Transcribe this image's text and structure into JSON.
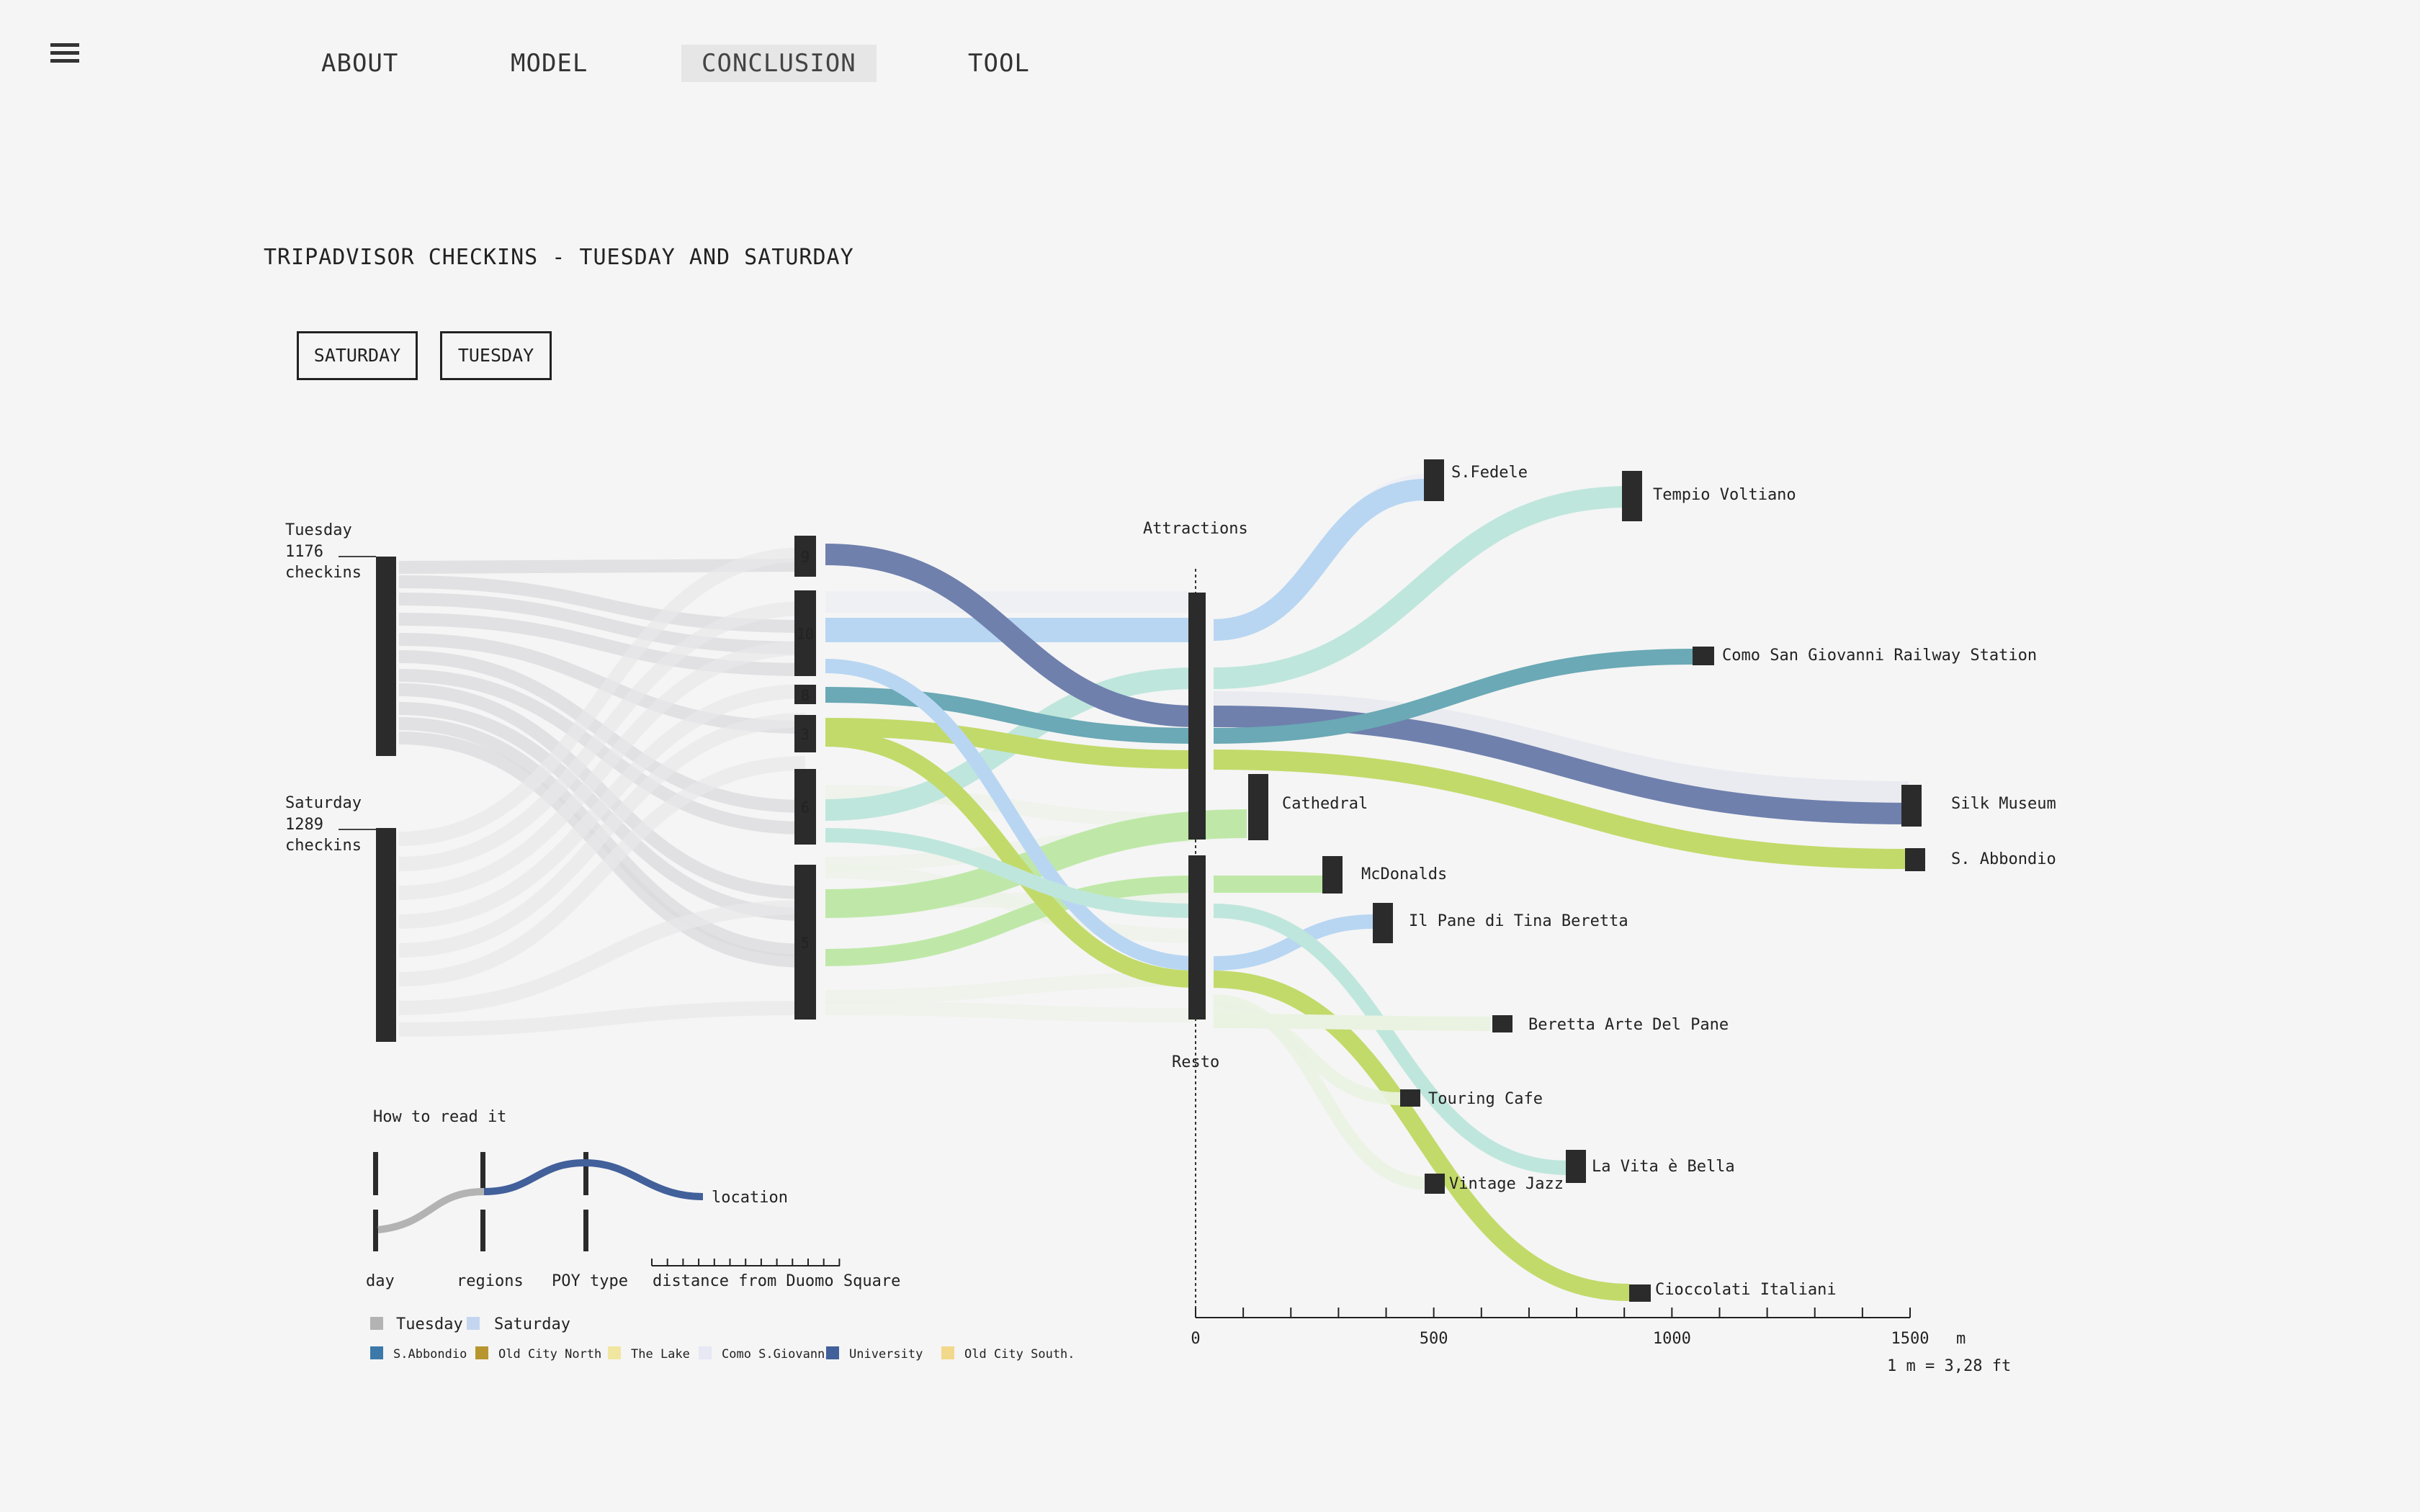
{
  "nav": {
    "items": [
      "ABOUT",
      "MODEL",
      "CONCLUSION",
      "TOOL"
    ],
    "active": "CONCLUSION"
  },
  "buttons": {
    "saturday": "SATURDAY",
    "tuesday": "TUESDAY"
  },
  "chart_data": {
    "type": "sankey",
    "title": "TRIPADVISOR CHECKINS - TUESDAY AND SATURDAY",
    "days": [
      {
        "name": "Tuesday",
        "checkins": 1176,
        "unit": "checkins",
        "label_count": "1176"
      },
      {
        "name": "Saturday",
        "checkins": 1289,
        "unit": "checkins",
        "label_count": "1289"
      }
    ],
    "regions": [
      "9",
      "10",
      "8",
      "3",
      "6",
      "5"
    ],
    "poi_types": [
      "Attractions",
      "Resto"
    ],
    "locations": [
      {
        "name": "S.Fedele",
        "type": "Attractions",
        "distance_m": 510,
        "color": "#b8d6f2"
      },
      {
        "name": "Tempio Voltiano",
        "type": "Attractions",
        "distance_m": 920,
        "color": "#bfe6dc"
      },
      {
        "name": "Como San Giovanni Railway Station",
        "type": "Attractions",
        "distance_m": 1070,
        "color": "#6aa9b5"
      },
      {
        "name": "Silk Museum",
        "type": "Attractions",
        "distance_m": 1500,
        "color": "#6f80ad"
      },
      {
        "name": "S. Abbondio",
        "type": "Attractions",
        "distance_m": 1510,
        "color": "#c2da6a"
      },
      {
        "name": "Cathedral",
        "type": "Attractions",
        "distance_m": 130,
        "color": "#bfe8a8"
      },
      {
        "name": "McDonalds",
        "type": "Resto",
        "distance_m": 290,
        "color": "#bfe8a8"
      },
      {
        "name": "Il Pane di Tina Beretta",
        "type": "Resto",
        "distance_m": 390,
        "color": "#b8d6f2"
      },
      {
        "name": "Beretta Arte Del Pane",
        "type": "Resto",
        "distance_m": 650,
        "color": "#eaf3e2"
      },
      {
        "name": "Touring Cafe",
        "type": "Resto",
        "distance_m": 450,
        "color": "#eaf3e2"
      },
      {
        "name": "La Vita è Bella",
        "type": "Resto",
        "distance_m": 800,
        "color": "#bfe6dc"
      },
      {
        "name": "Vintage Jazz",
        "type": "Resto",
        "distance_m": 500,
        "color": "#eaf3e2"
      },
      {
        "name": "Cioccolati Italiani",
        "type": "Resto",
        "distance_m": 930,
        "color": "#c2da6a"
      }
    ],
    "axis": {
      "ticks": [
        "0",
        "500",
        "1000",
        "1500"
      ],
      "tick_values": [
        0,
        500,
        1000,
        1500
      ],
      "unit": "m",
      "range": [
        0,
        1500
      ],
      "conversion": "1 m = 3,28 ft"
    },
    "how_to_read": {
      "title": "How to read it",
      "stages": [
        "day",
        "regions",
        "POY type",
        "distance from Duomo Square"
      ],
      "end_label": "location"
    },
    "legend": {
      "days": [
        {
          "name": "Tuesday",
          "color": "#b3b3b3"
        },
        {
          "name": "Saturday",
          "color": "#c4d6ef"
        }
      ],
      "regions": [
        {
          "name": "S.Abbondio",
          "color": "#3c78a8"
        },
        {
          "name": "Old City North",
          "color": "#b8962f"
        },
        {
          "name": "The Lake",
          "color": "#f0e6a0"
        },
        {
          "name": "Como S.Giovanni",
          "color": "#e6e8f3"
        },
        {
          "name": "University",
          "color": "#42609a"
        },
        {
          "name": "Old City South.",
          "color": "#f2d88a"
        }
      ]
    }
  }
}
